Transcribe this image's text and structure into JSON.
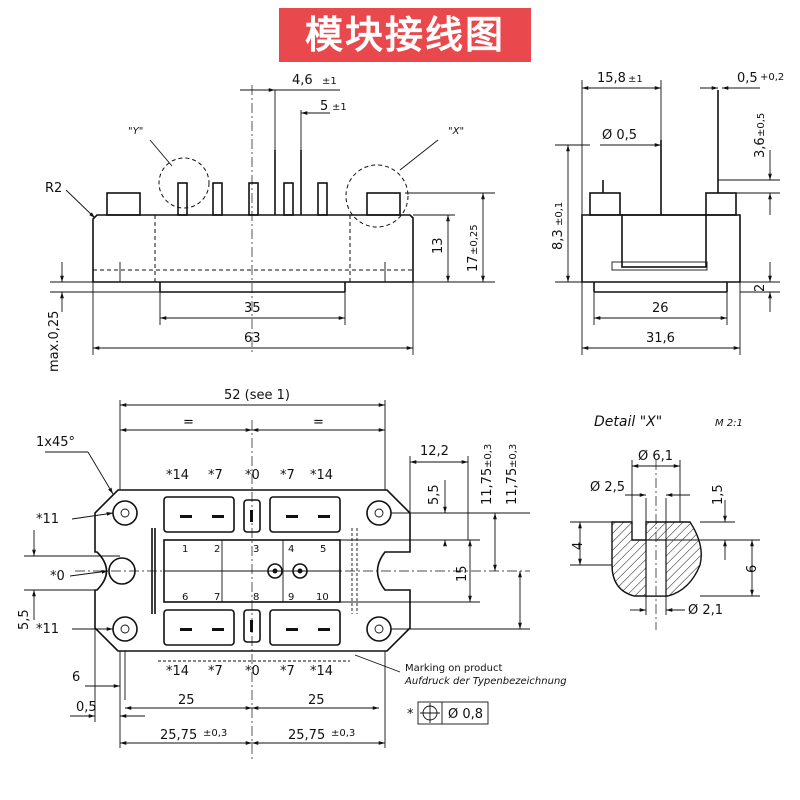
{
  "title": "模块接线图",
  "front_view": {
    "y_label": "\"Y\"",
    "x_label": "\"X\"",
    "radius_label": "R2",
    "dim_pin_width": "4,6",
    "dim_pin_width_tol": "±1",
    "dim_pin_pitch": "5",
    "dim_pin_pitch_tol": "±1",
    "dim_height_body": "13",
    "dim_height_total": "17",
    "dim_height_total_tol": "±0,25",
    "dim_base_max": "max.0,25",
    "dim_35": "35",
    "dim_63": "63"
  },
  "side_view": {
    "dim_15_8": "15,8",
    "dim_15_8_tol": "±1",
    "dim_0_5": "0,5",
    "dim_0_5_tol": "+0,2",
    "dim_dia_0_5": "Ø 0,5",
    "dim_3_6": "3,6",
    "dim_3_6_tol": "±0,5",
    "dim_8_3": "8,3",
    "dim_8_3_tol": "±0,1",
    "dim_2": "2",
    "dim_26": "26",
    "dim_31_6": "31,6"
  },
  "top_view": {
    "dim_52": "52 (see 1)",
    "eq1": "=",
    "eq2": "=",
    "chamfer": "1x45°",
    "dim_12_2": "12,2",
    "dim_11_75_a": "11,75",
    "dim_11_75_a_tol": "±0,3",
    "dim_11_75_b": "11,75",
    "dim_11_75_b_tol": "±0,3",
    "dim_5_5_right": "5,5",
    "dim_15": "15",
    "dim_5_5_left": "5,5",
    "dim_6": "6",
    "dim_0_5": "0,5",
    "dim_25_a": "25",
    "dim_25_b": "25",
    "dim_25_75_a": "25,75",
    "dim_25_75_a_tol": "±0,3",
    "dim_25_75_b": "25,75",
    "dim_25_75_b_tol": "±0,3",
    "hole_callout_11_top": "*11",
    "hole_callout_0": "*0",
    "hole_callout_11_bottom": "*11",
    "top_pin_labels": [
      "*14",
      "*7",
      "*0",
      "*7",
      "*14"
    ],
    "bottom_pin_labels": [
      "*14",
      "*7",
      "*0",
      "*7",
      "*14"
    ],
    "terminal_numbers_top": [
      "1",
      "2",
      "3",
      "4",
      "5"
    ],
    "terminal_numbers_bottom": [
      "6",
      "7",
      "8",
      "9",
      "10"
    ],
    "marking_en": "Marking on product",
    "marking_de": "Aufdruck der Typenbezeichnung",
    "position_tol_star": "*",
    "position_tol_value": "Ø 0,8"
  },
  "detail_x": {
    "title": "Detail \"X\"",
    "scale": "M 2:1",
    "dim_6_1": "Ø 6,1",
    "dim_2_5": "Ø 2,5",
    "dim_1_5": "1,5",
    "dim_4": "4",
    "dim_6": "6",
    "dim_2_1": "Ø 2,1"
  }
}
